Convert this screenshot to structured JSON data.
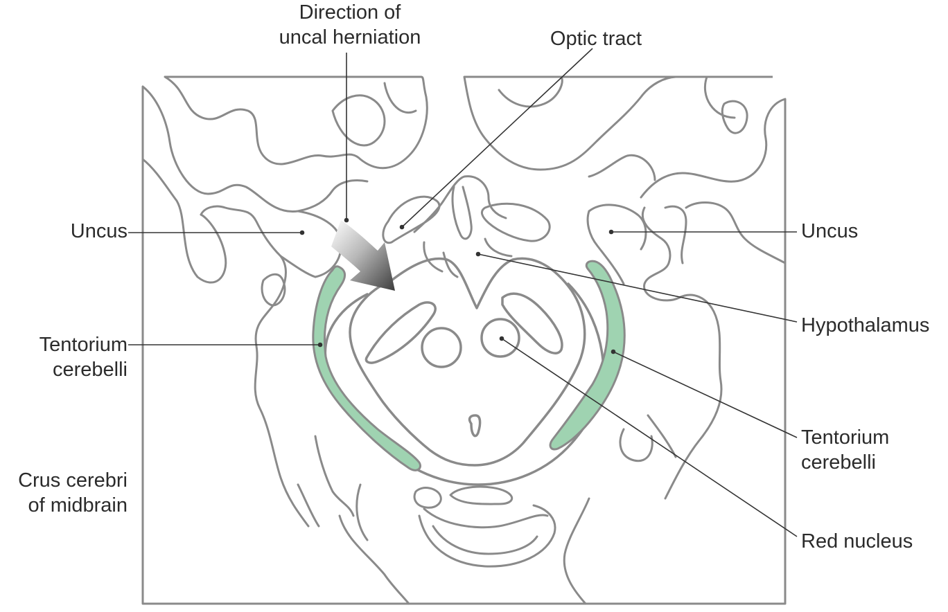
{
  "labels": {
    "direction": [
      "Direction of",
      "uncal herniation"
    ],
    "optic_tract": "Optic tract",
    "uncus_left": "Uncus",
    "uncus_right": "Uncus",
    "hypothalamus": "Hypothalamus",
    "tentorium_left": [
      "Tentorium",
      "cerebelli"
    ],
    "tentorium_right": [
      "Tentorium",
      "cerebelli"
    ],
    "crus": [
      "Crus cerebri",
      "of midbrain"
    ],
    "red_nucleus": "Red nucleus"
  },
  "colors": {
    "outline": "#8a8a8a",
    "tentorium_fill": "#9fd3b1",
    "leader": "#333333",
    "arrow_dark": "#3c3c3c",
    "text": "#2b2b2b"
  }
}
